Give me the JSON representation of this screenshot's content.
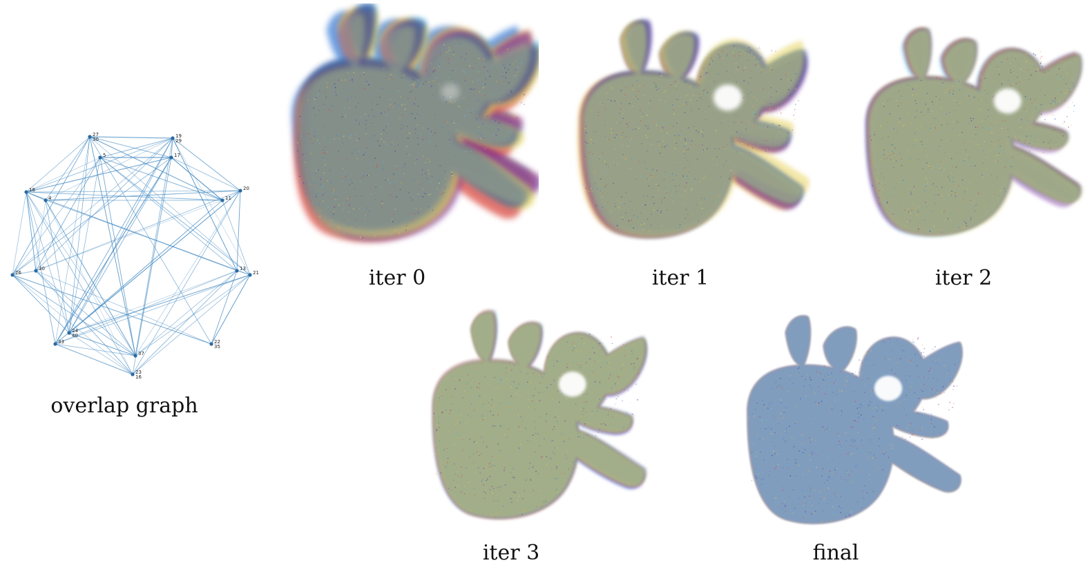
{
  "figure": {
    "graph_caption": "overlap graph",
    "graph_nodes": [
      {
        "id": "n1",
        "labels": [
          "27",
          "30"
        ]
      },
      {
        "id": "n2",
        "labels": [
          "19",
          "29"
        ]
      },
      {
        "id": "n3",
        "labels": [
          "5"
        ]
      },
      {
        "id": "n4",
        "labels": [
          "17"
        ]
      },
      {
        "id": "n5",
        "labels": [
          "18"
        ]
      },
      {
        "id": "n6",
        "labels": [
          "20"
        ]
      },
      {
        "id": "n7",
        "labels": [
          "4"
        ]
      },
      {
        "id": "n8",
        "labels": [
          "11"
        ]
      },
      {
        "id": "n9",
        "labels": [
          "26"
        ]
      },
      {
        "id": "n10",
        "labels": [
          "21"
        ]
      },
      {
        "id": "n11",
        "labels": [
          "30"
        ]
      },
      {
        "id": "n12",
        "labels": [
          "13"
        ]
      },
      {
        "id": "n13",
        "labels": [
          "24",
          "40"
        ]
      },
      {
        "id": "n14",
        "labels": [
          "22",
          "35"
        ]
      },
      {
        "id": "n15",
        "labels": [
          "33"
        ]
      },
      {
        "id": "n16",
        "labels": [
          "23",
          "16"
        ]
      },
      {
        "id": "n17",
        "labels": [
          "37"
        ]
      }
    ],
    "panels": [
      {
        "key": "iter0",
        "caption": "iter 0",
        "misalignment": 1.0
      },
      {
        "key": "iter1",
        "caption": "iter 1",
        "misalignment": 0.6
      },
      {
        "key": "iter2",
        "caption": "iter 2",
        "misalignment": 0.42
      },
      {
        "key": "iter3",
        "caption": "iter 3",
        "misalignment": 0.28
      },
      {
        "key": "final",
        "caption": "final",
        "misalignment": 0.05
      }
    ],
    "colors": {
      "edge": "#4a8ec4",
      "node": "#2c6aa0",
      "scan_palette": [
        "#3a7bd5",
        "#56c1e8",
        "#f2b13a",
        "#d9443a",
        "#7a2fa0",
        "#e8d25a",
        "#2a3f9a"
      ]
    }
  }
}
